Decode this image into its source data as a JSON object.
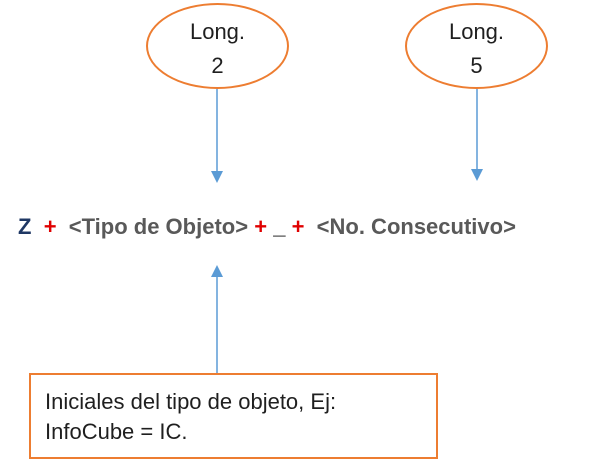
{
  "colors": {
    "border": "#ED7D31",
    "arrow": "#5B9BD5",
    "plus": "#E00000",
    "prefix": "#1F3864",
    "part": "#595959"
  },
  "callouts": [
    {
      "line1": "Long.",
      "line2": "2"
    },
    {
      "line1": "Long.",
      "line2": "5"
    }
  ],
  "formula": {
    "prefix": "Z",
    "plus": "+",
    "type": "<Tipo de Objeto>",
    "underscore": "_",
    "consecutive": "<No. Consecutivo>"
  },
  "note": {
    "line1": "Iniciales del tipo de objeto, Ej:",
    "line2": "InfoCube = IC."
  }
}
